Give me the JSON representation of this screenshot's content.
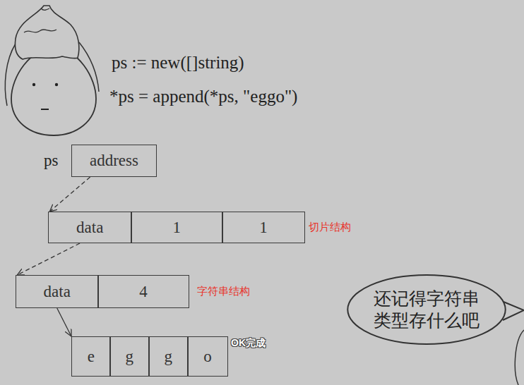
{
  "diagram": {
    "nodes": [
      {
        "text": [
          "address"
        ]
      },
      {
        "text": [
          "data"
        ]
      },
      {
        "text": [
          "1"
        ]
      },
      {
        "text": [
          "1"
        ]
      },
      {
        "text": [
          "data"
        ]
      },
      {
        "text": [
          "4"
        ]
      },
      {
        "text": [
          "e"
        ]
      },
      {
        "text": [
          "g"
        ]
      },
      {
        "text": [
          "g"
        ]
      },
      {
        "text": [
          "o"
        ]
      },
      {
        "text": [
          "还记得字符串 类型存什么吧"
        ]
      }
    ],
    "edges": [
      {
        "from": 0,
        "to": 1,
        "arrow": "to"
      },
      {
        "from": 1,
        "to": 4,
        "arrow": "to"
      },
      {
        "from": 4,
        "to": 6,
        "arrow": "to"
      }
    ],
    "labels": [
      "ps := new([]string)",
      "*ps = append(*ps, \"eggo\")",
      "ps",
      "切片结构",
      "字符串结构",
      "OK完成"
    ]
  }
}
